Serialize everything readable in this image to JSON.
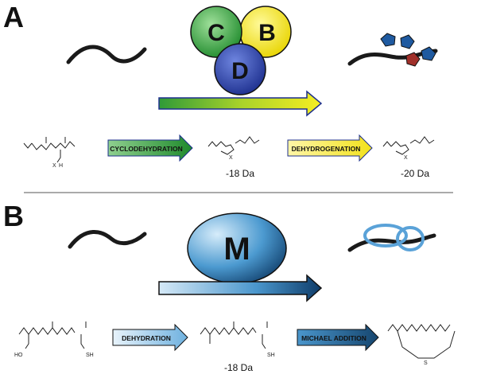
{
  "panels": {
    "a": {
      "letter": "A",
      "enzymes": {
        "c": "C",
        "b": "B",
        "d": "D"
      },
      "step1": "CYCLODEHYDRATION",
      "step2": "DEHYDROGENATION",
      "mass1": "-18 Da",
      "mass2": "-20 Da",
      "atoms": {
        "x1": "X",
        "h1": "H",
        "x2": "X",
        "x3": "X"
      }
    },
    "b": {
      "letter": "B",
      "enzyme": "M",
      "step1": "DEHYDRATION",
      "step2": "MICHAEL ADDITION",
      "mass1": "-18 Da",
      "atoms": {
        "oh": "HO",
        "sh1": "SH",
        "sh2": "SH",
        "s": "S"
      }
    }
  },
  "colors": {
    "enzyme_c": "#2e9a3a",
    "enzyme_b": "#f2e600",
    "enzyme_d": "#2b45a8",
    "enzyme_m": "#3a8fc8",
    "heterocycle_blue": "#1f5aa0",
    "heterocycle_red": "#a0302a",
    "lasso_blue": "#5aa2d8",
    "arrow_green": "#2e9a3a",
    "arrow_yellow": "#f6ee3a",
    "arrow_blue": "#3b88c8"
  }
}
